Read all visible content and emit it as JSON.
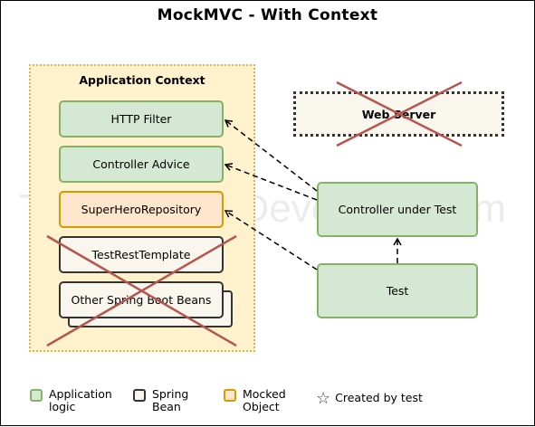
{
  "title": "MockMVC - With Context",
  "watermark": "ThePracticalDeveloper.com",
  "application_context": {
    "title": "Application Context",
    "boxes": {
      "http_filter": "HTTP Filter",
      "controller_advice": "Controller Advice",
      "super_hero_repository": "SuperHeroRepository",
      "test_rest_template": "TestRestTemplate",
      "other_beans": "Other Spring Boot Beans"
    }
  },
  "web_server": "Web Server",
  "controller_under_test": "Controller under Test",
  "test": "Test",
  "legend": {
    "application_logic": "Application logic",
    "spring_bean": "Spring Bean",
    "mocked_object": "Mocked Object",
    "created_by_test": "Created by test"
  },
  "colors": {
    "application_logic_fill": "#d5e8d4",
    "application_logic_border": "#82b366",
    "spring_bean_fill": "#f9f7ed",
    "spring_bean_border": "#333333",
    "mocked_fill": "#ffe6cc",
    "mocked_border": "#d79b00",
    "context_fill": "#fff2cc",
    "context_border": "#d6b656",
    "cross": "#b85450"
  }
}
